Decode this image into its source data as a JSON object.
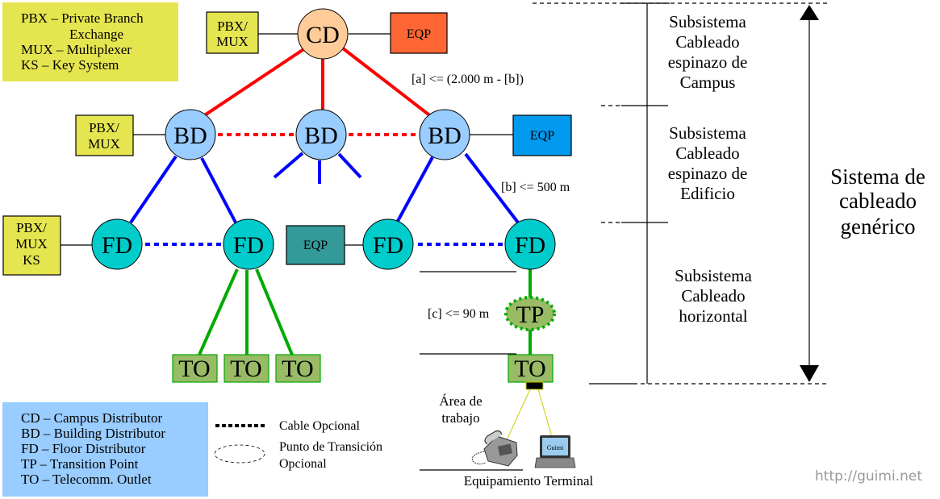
{
  "legend_top": {
    "lines": [
      "PBX – Private Branch",
      "Exchange",
      "MUX – Multiplexer",
      "KS – Key System"
    ],
    "color": "#e5e550"
  },
  "legend_bottom": {
    "lines": [
      "CD – Campus Distributor",
      "BD – Building Distributor",
      "FD – Floor Distributor",
      "TP – Transition Point",
      "TO – Telecomm. Outlet"
    ],
    "color": "#99ccff"
  },
  "key": {
    "optional_cable": "Cable Opcional",
    "optional_tp_line1": "Punto de Transición",
    "optional_tp_line2": "Opcional"
  },
  "nodes": {
    "cd": "CD",
    "bd": "BD",
    "fd": "FD",
    "tp": "TP",
    "to": "TO",
    "eqp": "EQP",
    "pbx_mux_line1": "PBX/",
    "pbx_mux_line2": "MUX",
    "ks": "KS"
  },
  "annotations": {
    "campus_limit": "[a] <= (2.000 m - [b])",
    "building_limit": "[b] <= 500 m",
    "horizontal_limit": "[c] <= 90 m",
    "work_area_line1": "Área de",
    "work_area_line2": "trabajo",
    "terminal_equipment": "Equipamiento Terminal",
    "laptop_screen": "Guimi"
  },
  "subsystems": [
    {
      "lines": [
        "Subsistema",
        "Cableado",
        "espinazo de",
        "Campus"
      ]
    },
    {
      "lines": [
        "Subsistema",
        "Cableado",
        "espinazo de",
        "Edificio"
      ]
    },
    {
      "lines": [
        "Subsistema",
        "Cableado",
        "horizontal"
      ]
    }
  ],
  "system": {
    "lines": [
      "Sistema de",
      "cableado",
      "genérico"
    ]
  },
  "watermark": "http://guimi.net",
  "colors": {
    "cd_fill": "#ffcc99",
    "bd_fill": "#99ccff",
    "fd_fill": "#00cccc",
    "to_fill": "#99bb66",
    "pbx_fill": "#e5e550",
    "eqp_campus": "#ff6633",
    "eqp_building": "#0099ee",
    "eqp_floor": "#339999",
    "campus_cable": "#ff0000",
    "building_cable": "#0000ff",
    "horizontal_cable": "#00aa00"
  }
}
